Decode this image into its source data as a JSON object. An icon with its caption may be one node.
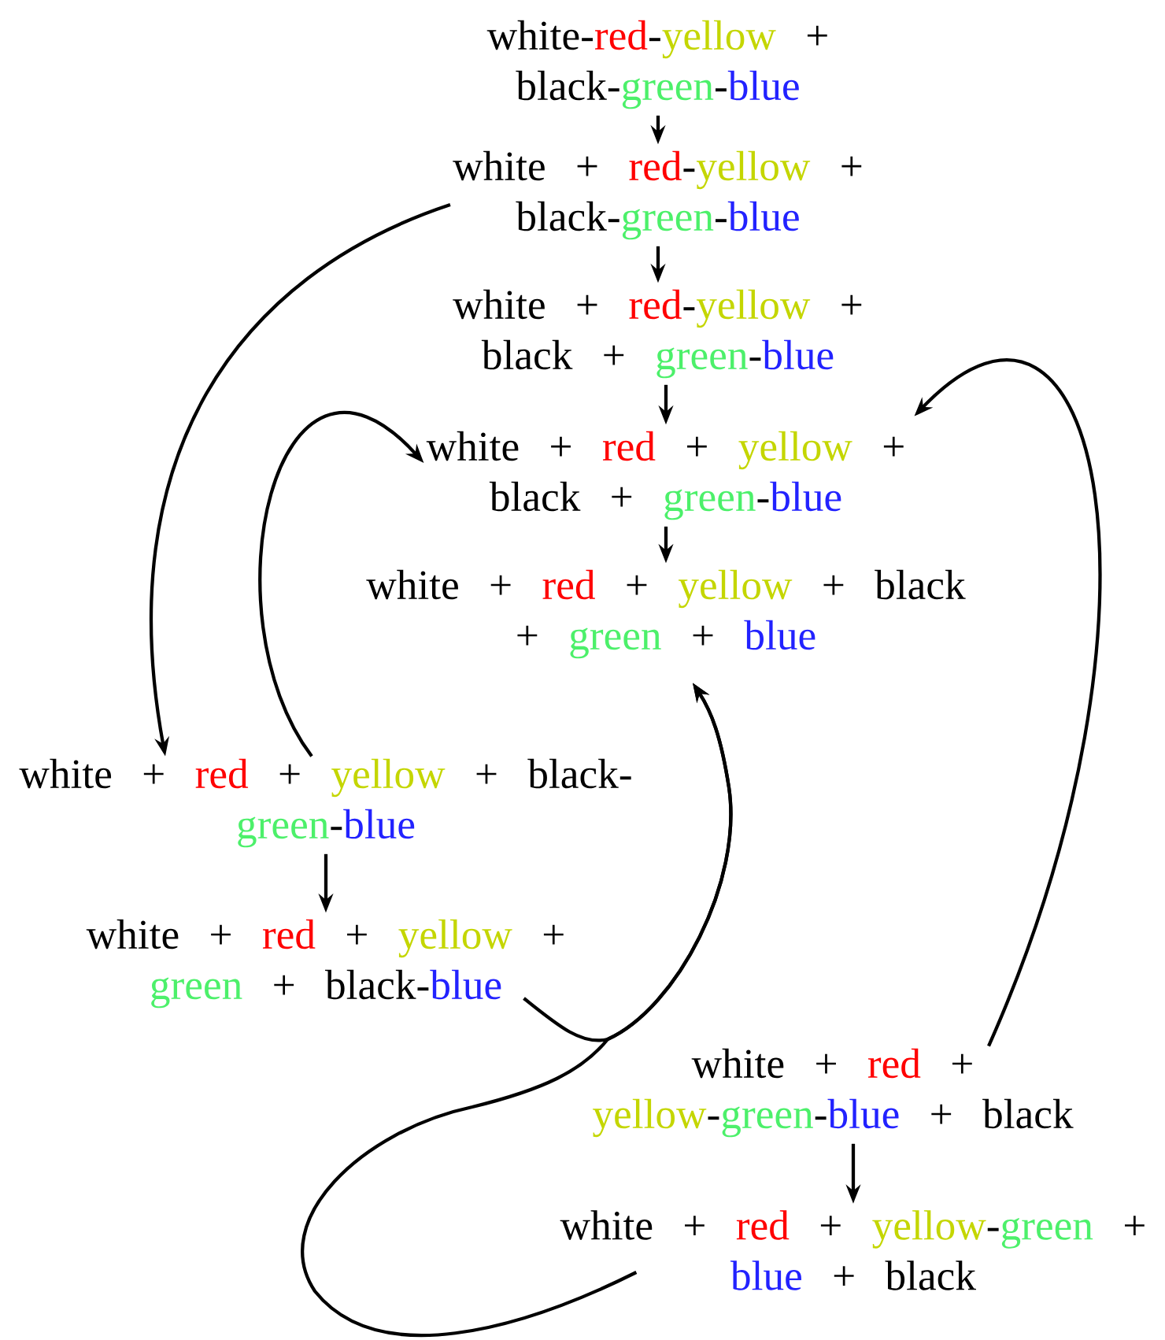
{
  "diagram": {
    "nodes": [
      {
        "text": [
          "white-",
          "red",
          "-",
          "yellow",
          "+",
          "black-",
          "green",
          "-",
          "blue"
        ]
      },
      {
        "text": [
          "white +",
          "red",
          "-",
          "yellow",
          "+",
          "black-",
          "green",
          "-",
          "blue"
        ]
      },
      {
        "text": [
          "white +",
          "red",
          "-",
          "yellow",
          "+",
          "black +",
          "green",
          "-",
          "blue"
        ]
      },
      {
        "text": [
          "white +",
          "red",
          "+",
          "yellow",
          "+",
          "black +",
          "green",
          "-",
          "blue"
        ]
      },
      {
        "text": [
          "white +",
          "red",
          "+",
          "yellow",
          "+ black",
          "+",
          "green",
          "+",
          "blue"
        ]
      },
      {
        "text": [
          "white +",
          "red",
          "+",
          "yellow",
          "+ black-",
          "green",
          "-",
          "blue"
        ]
      },
      {
        "text": [
          "white +",
          "red",
          "+",
          "yellow",
          "+",
          "green",
          "+ black-",
          "blue"
        ]
      },
      {
        "text": [
          "white +",
          "red",
          "+",
          "yellow",
          "-",
          "green",
          "-",
          "blue",
          "+ black"
        ]
      },
      {
        "text": [
          "white +",
          "red",
          "+",
          "yellow",
          "-",
          "green",
          "+",
          "blue",
          "+ black"
        ]
      }
    ],
    "edges": [
      {
        "from": 0,
        "to": 1,
        "arrow": "to"
      },
      {
        "from": 1,
        "to": 2,
        "arrow": "to"
      },
      {
        "from": 2,
        "to": 3,
        "arrow": "to"
      },
      {
        "from": 3,
        "to": 4,
        "arrow": "to"
      },
      {
        "from": 1,
        "to": 5,
        "arrow": "to"
      },
      {
        "from": 5,
        "to": 3,
        "arrow": "to"
      },
      {
        "from": 5,
        "to": 6,
        "arrow": "to"
      },
      {
        "from": 6,
        "to": 4,
        "arrow": "to"
      },
      {
        "from": 7,
        "to": 3,
        "arrow": "to"
      },
      {
        "from": 7,
        "to": 8,
        "arrow": "to"
      },
      {
        "from": 8,
        "to": 4,
        "arrow": "to"
      }
    ]
  }
}
